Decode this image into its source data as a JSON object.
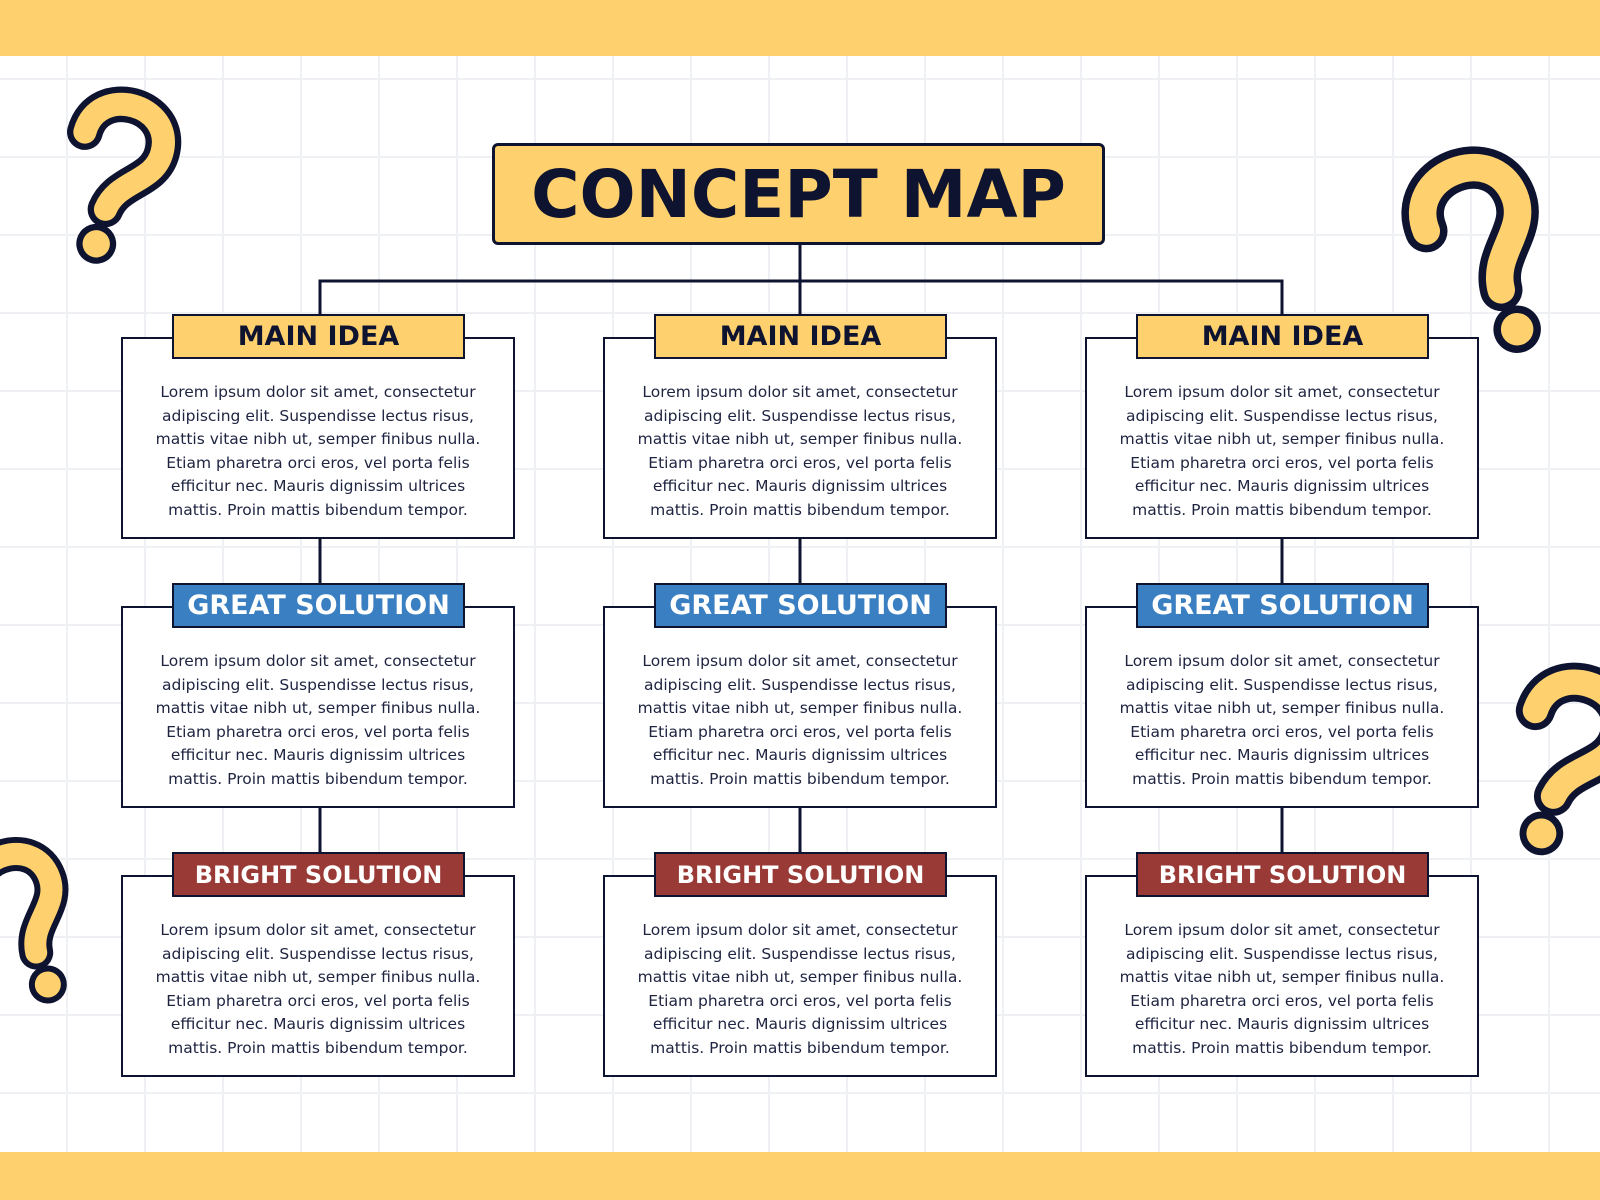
{
  "title": "CONCEPT MAP",
  "colors": {
    "accent_yellow": "#fed16e",
    "navy": "#0e1330",
    "great_blue": "#3a7fc1",
    "bright_red": "#9a3a36"
  },
  "decorations": [
    "question-mark-icon",
    "question-mark-icon",
    "question-mark-icon",
    "question-mark-icon"
  ],
  "columns": [
    {
      "main": {
        "label": "MAIN IDEA",
        "text": "Lorem ipsum dolor sit amet, consectetur\nadipiscing elit. Suspendisse lectus risus,\nmattis vitae nibh ut, semper finibus nulla.\nEtiam pharetra orci eros, vel porta felis\nefficitur nec. Mauris dignissim ultrices\nmattis. Proin mattis bibendum tempor."
      },
      "great": {
        "label": "GREAT SOLUTION",
        "text": "Lorem ipsum dolor sit amet, consectetur\nadipiscing elit. Suspendisse lectus risus,\nmattis vitae nibh ut, semper finibus nulla.\nEtiam pharetra orci eros, vel porta felis\nefficitur nec. Mauris dignissim ultrices\nmattis. Proin mattis bibendum tempor."
      },
      "bright": {
        "label": "BRIGHT SOLUTION",
        "text": "Lorem ipsum dolor sit amet, consectetur\nadipiscing elit. Suspendisse lectus risus,\nmattis vitae nibh ut, semper finibus nulla.\nEtiam pharetra orci eros, vel porta felis\nefficitur nec. Mauris dignissim ultrices\nmattis. Proin mattis bibendum tempor."
      }
    },
    {
      "main": {
        "label": "MAIN IDEA",
        "text": "Lorem ipsum dolor sit amet, consectetur\nadipiscing elit. Suspendisse lectus risus,\nmattis vitae nibh ut, semper finibus nulla.\nEtiam pharetra orci eros, vel porta felis\nefficitur nec. Mauris dignissim ultrices\nmattis. Proin mattis bibendum tempor."
      },
      "great": {
        "label": "GREAT SOLUTION",
        "text": "Lorem ipsum dolor sit amet, consectetur\nadipiscing elit. Suspendisse lectus risus,\nmattis vitae nibh ut, semper finibus nulla.\nEtiam pharetra orci eros, vel porta felis\nefficitur nec. Mauris dignissim ultrices\nmattis. Proin mattis bibendum tempor."
      },
      "bright": {
        "label": "BRIGHT SOLUTION",
        "text": "Lorem ipsum dolor sit amet, consectetur\nadipiscing elit. Suspendisse lectus risus,\nmattis vitae nibh ut, semper finibus nulla.\nEtiam pharetra orci eros, vel porta felis\nefficitur nec. Mauris dignissim ultrices\nmattis. Proin mattis bibendum tempor."
      }
    },
    {
      "main": {
        "label": "MAIN IDEA",
        "text": "Lorem ipsum dolor sit amet, consectetur\nadipiscing elit. Suspendisse lectus risus,\nmattis vitae nibh ut, semper finibus nulla.\nEtiam pharetra orci eros, vel porta felis\nefficitur nec. Mauris dignissim ultrices\nmattis. Proin mattis bibendum tempor."
      },
      "great": {
        "label": "GREAT SOLUTION",
        "text": "Lorem ipsum dolor sit amet, consectetur\nadipiscing elit. Suspendisse lectus risus,\nmattis vitae nibh ut, semper finibus nulla.\nEtiam pharetra orci eros, vel porta felis\nefficitur nec. Mauris dignissim ultrices\nmattis. Proin mattis bibendum tempor."
      },
      "bright": {
        "label": "BRIGHT SOLUTION",
        "text": "Lorem ipsum dolor sit amet, consectetur\nadipiscing elit. Suspendisse lectus risus,\nmattis vitae nibh ut, semper finibus nulla.\nEtiam pharetra orci eros, vel porta felis\nefficitur nec. Mauris dignissim ultrices\nmattis. Proin mattis bibendum tempor."
      }
    }
  ]
}
